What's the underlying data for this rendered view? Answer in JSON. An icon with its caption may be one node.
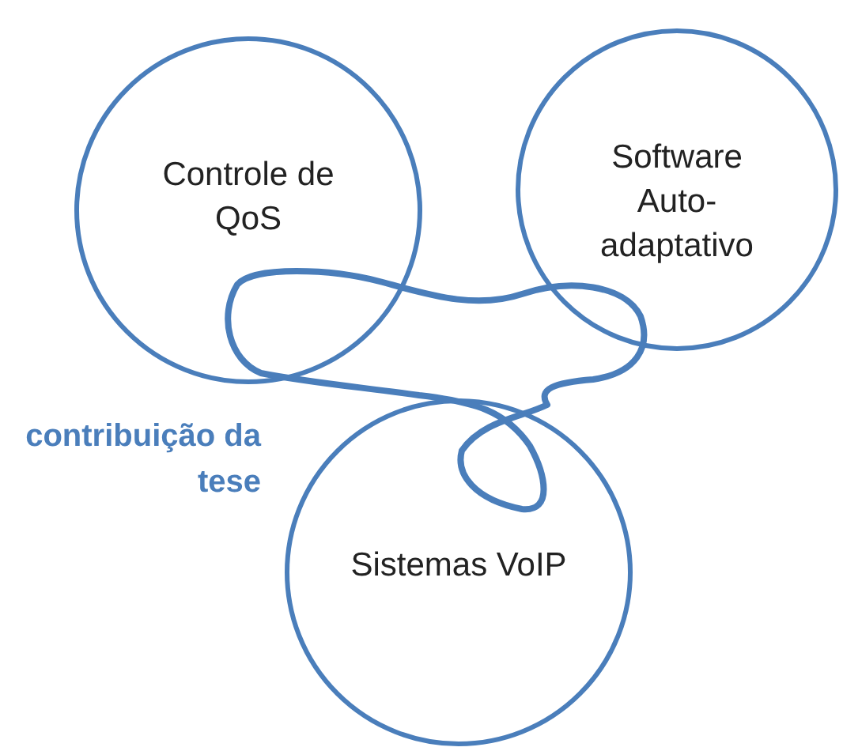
{
  "diagram": {
    "nodes": [
      {
        "text": [
          "Controle de QoS"
        ]
      },
      {
        "text": [
          "Software Auto-adaptativo"
        ]
      },
      {
        "text": [
          "Sistemas VoIP"
        ]
      },
      {
        "text": [],
        "shape": "cloud",
        "beside": [
          "contribuição da tese"
        ]
      }
    ]
  }
}
